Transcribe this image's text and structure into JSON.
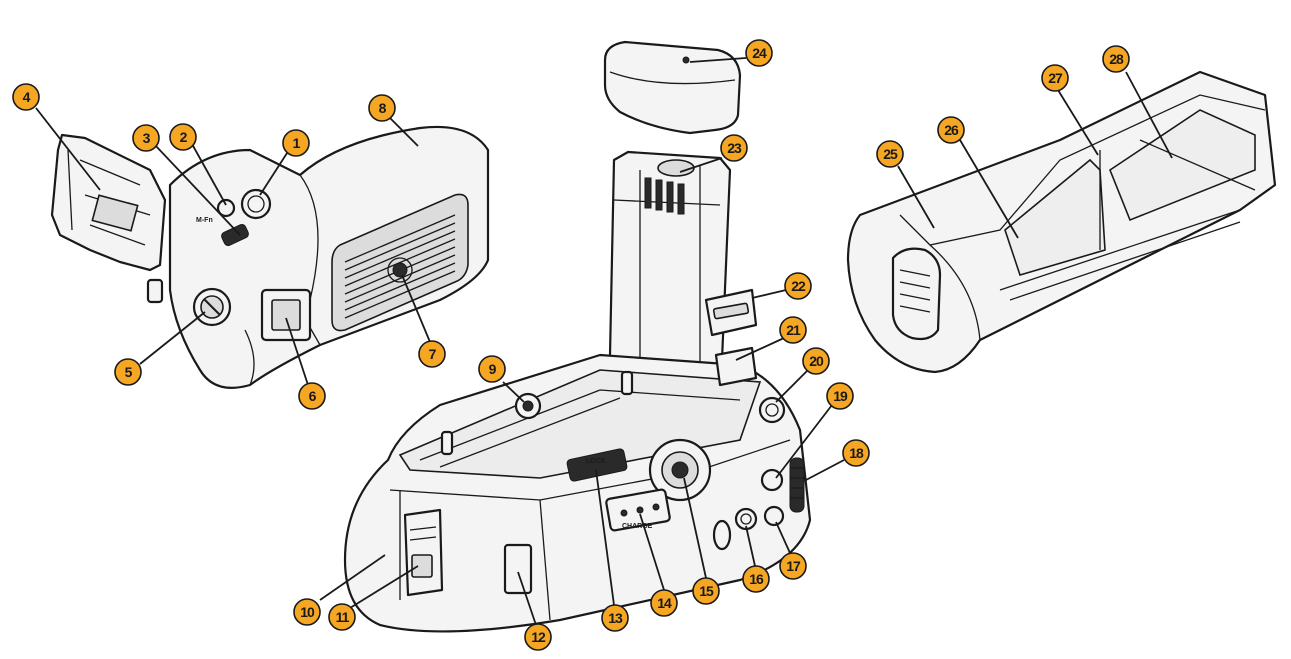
{
  "accent_color": "#f5a623",
  "outline_color": "#1a1a1a",
  "callouts": [
    {
      "number": "1"
    },
    {
      "number": "2"
    },
    {
      "number": "3"
    },
    {
      "number": "4"
    },
    {
      "number": "5"
    },
    {
      "number": "6"
    },
    {
      "number": "7"
    },
    {
      "number": "8"
    },
    {
      "number": "9"
    },
    {
      "number": "10"
    },
    {
      "number": "11"
    },
    {
      "number": "12"
    },
    {
      "number": "13"
    },
    {
      "number": "14"
    },
    {
      "number": "15"
    },
    {
      "number": "16"
    },
    {
      "number": "17"
    },
    {
      "number": "18"
    },
    {
      "number": "19"
    },
    {
      "number": "20"
    },
    {
      "number": "21"
    },
    {
      "number": "22"
    },
    {
      "number": "23"
    },
    {
      "number": "24"
    },
    {
      "number": "25"
    },
    {
      "number": "26"
    },
    {
      "number": "27"
    },
    {
      "number": "28"
    }
  ],
  "printed_labels": {
    "charge": "CHARGE",
    "mfn": "M-Fn",
    "lock": "LOCK"
  }
}
